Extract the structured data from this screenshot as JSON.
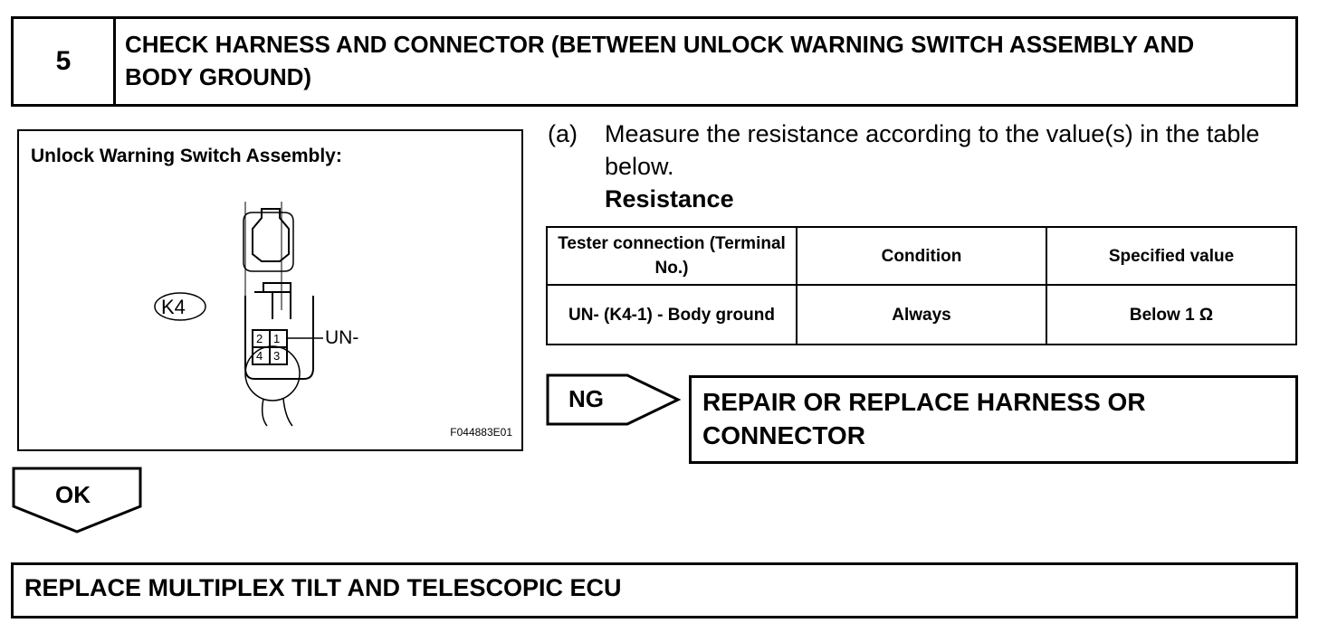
{
  "step": {
    "number": "5",
    "title": "CHECK HARNESS AND CONNECTOR (BETWEEN UNLOCK WARNING SWITCH ASSEMBLY AND BODY GROUND)"
  },
  "figure": {
    "title": "Unlock Warning Switch Assembly:",
    "connector_label": "K4",
    "terminals": [
      "2",
      "1",
      "4",
      "3"
    ],
    "pin_label": "UN-",
    "code": "F044883E01"
  },
  "instruction": {
    "marker": "(a)",
    "text": "Measure the resistance according to the value(s) in the table below.",
    "subtitle": "Resistance"
  },
  "table": {
    "headers": [
      "Tester connection (Terminal No.)",
      "Condition",
      "Specified value"
    ],
    "rows": [
      [
        "UN- (K4-1) - Body ground",
        "Always",
        "Below 1 Ω"
      ]
    ]
  },
  "ng": {
    "label": "NG",
    "action": "REPAIR OR REPLACE HARNESS OR CONNECTOR"
  },
  "ok": {
    "label": "OK",
    "action": "REPLACE MULTIPLEX TILT AND TELESCOPIC ECU"
  }
}
